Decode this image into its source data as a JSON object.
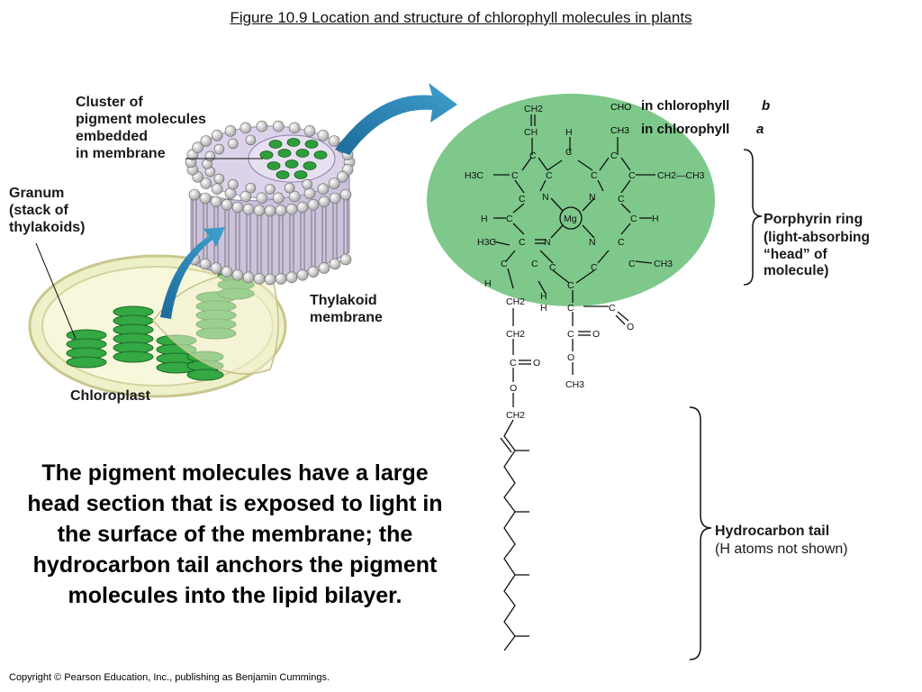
{
  "title": "Figure 10.9  Location and structure of chlorophyll molecules in plants",
  "labels": {
    "cluster": "Cluster of\npigment molecules\nembedded\nin membrane",
    "granum": "Granum\n(stack of\nthylakoids)",
    "chloroplast": "Chloroplast",
    "thylakoid": "Thylakoid\nmembrane",
    "porphyrin": "Porphyrin ring",
    "porphyrin_sub": "(light-absorbing\n“head” of\nmolecule)",
    "tail": "Hydrocarbon tail",
    "tail_sub": "(H atoms not shown)",
    "chl_b_group": "CHO",
    "chl_b_text": "in chlorophyll",
    "chl_b_letter": "b",
    "chl_a_group": "CH3",
    "chl_a_text": "in chlorophyll",
    "chl_a_letter": "a"
  },
  "molecule": {
    "mg": "Mg",
    "ch2_top": "CH2",
    "ch_top": "CH",
    "h_top": "H",
    "h3c_left": "H3C",
    "ch2ch3": "CH2—CH3",
    "h_left": "H",
    "h_right": "H",
    "h3c_left2": "H3C",
    "ch3_right": "CH3",
    "n": "N",
    "c": "C",
    "h": "H",
    "o": "O",
    "ch2": "CH2",
    "ch3": "CH3"
  },
  "caption": "The pigment molecules have a large head section that is exposed to light in the surface of the membrane; the hydrocarbon tail anchors the pigment molecules into the lipid bilayer.",
  "copyright": "Copyright © Pearson Education, Inc., publishing as Benjamin Cummings.",
  "colors": {
    "head_green": "#7dc88a",
    "chloroplast_fill": "#eef0c8",
    "thylakoid_green": "#2e9e3a",
    "arrow_blue": "#2a7fb0",
    "membrane_purple": "#cdc2de"
  }
}
